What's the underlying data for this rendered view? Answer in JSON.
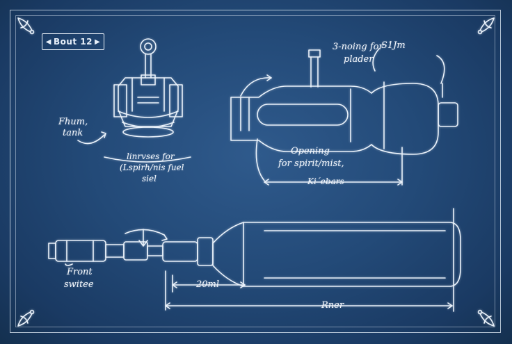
{
  "title_badge": "Bout 12",
  "labels": {
    "fuel_tank_1": "Fhum,",
    "fuel_tank_2": "tank",
    "fuel_note_1": "linrvses for",
    "fuel_note_2": "(Lspirh/nis fuel",
    "fuel_note_3": "siel",
    "spring_1": "3-noing for",
    "spring_2": "plader",
    "dim_top": "S1Jm",
    "opening_1": "Opening",
    "opening_2": "for spirit/mist,",
    "length_top": "Ki´ebars",
    "front_1": "Front",
    "front_2": "switee",
    "dim_20ml": "20ml",
    "length_bottom": "Rner"
  }
}
